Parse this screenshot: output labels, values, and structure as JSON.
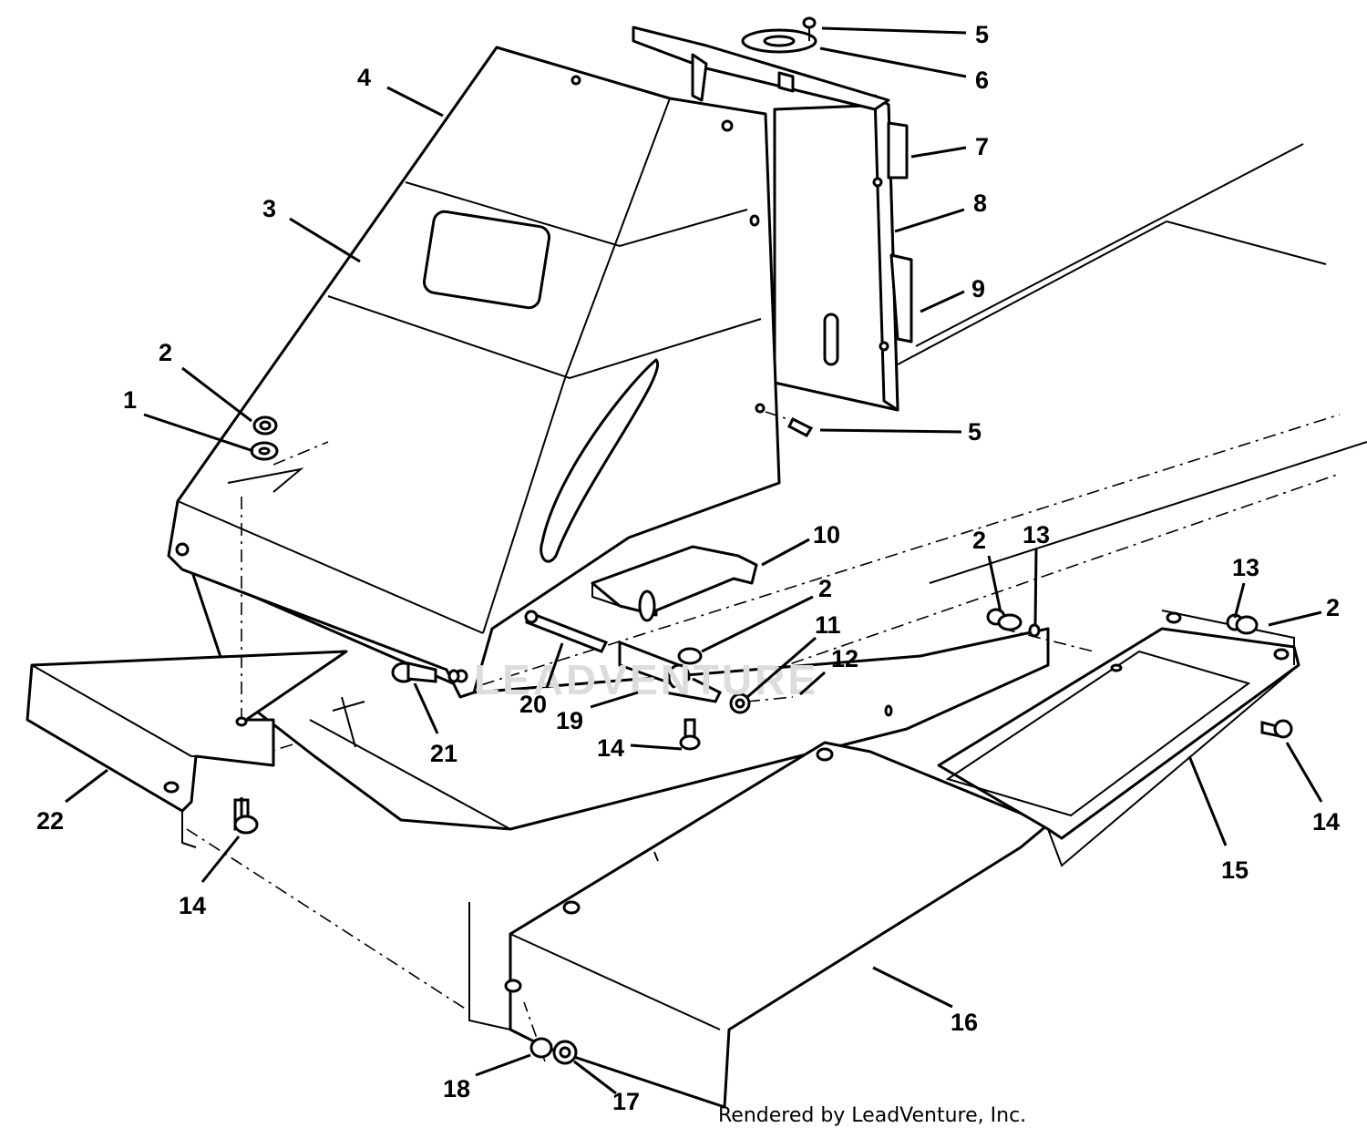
{
  "callouts": {
    "c1": "1",
    "c2a": "2",
    "c2b": "2",
    "c2c": "2",
    "c2d": "2",
    "c3": "3",
    "c4": "4",
    "c5a": "5",
    "c5b": "5",
    "c6": "6",
    "c7": "7",
    "c8": "8",
    "c9": "9",
    "c10": "10",
    "c11": "11",
    "c12": "12",
    "c13a": "13",
    "c13b": "13",
    "c14a": "14",
    "c14b": "14",
    "c14c": "14",
    "c15": "15",
    "c16": "16",
    "c17": "17",
    "c18": "18",
    "c19": "19",
    "c20": "20",
    "c21": "21",
    "c22": "22"
  },
  "watermark": "LEADVENTURE",
  "credit": "Rendered by LeadVenture, Inc."
}
